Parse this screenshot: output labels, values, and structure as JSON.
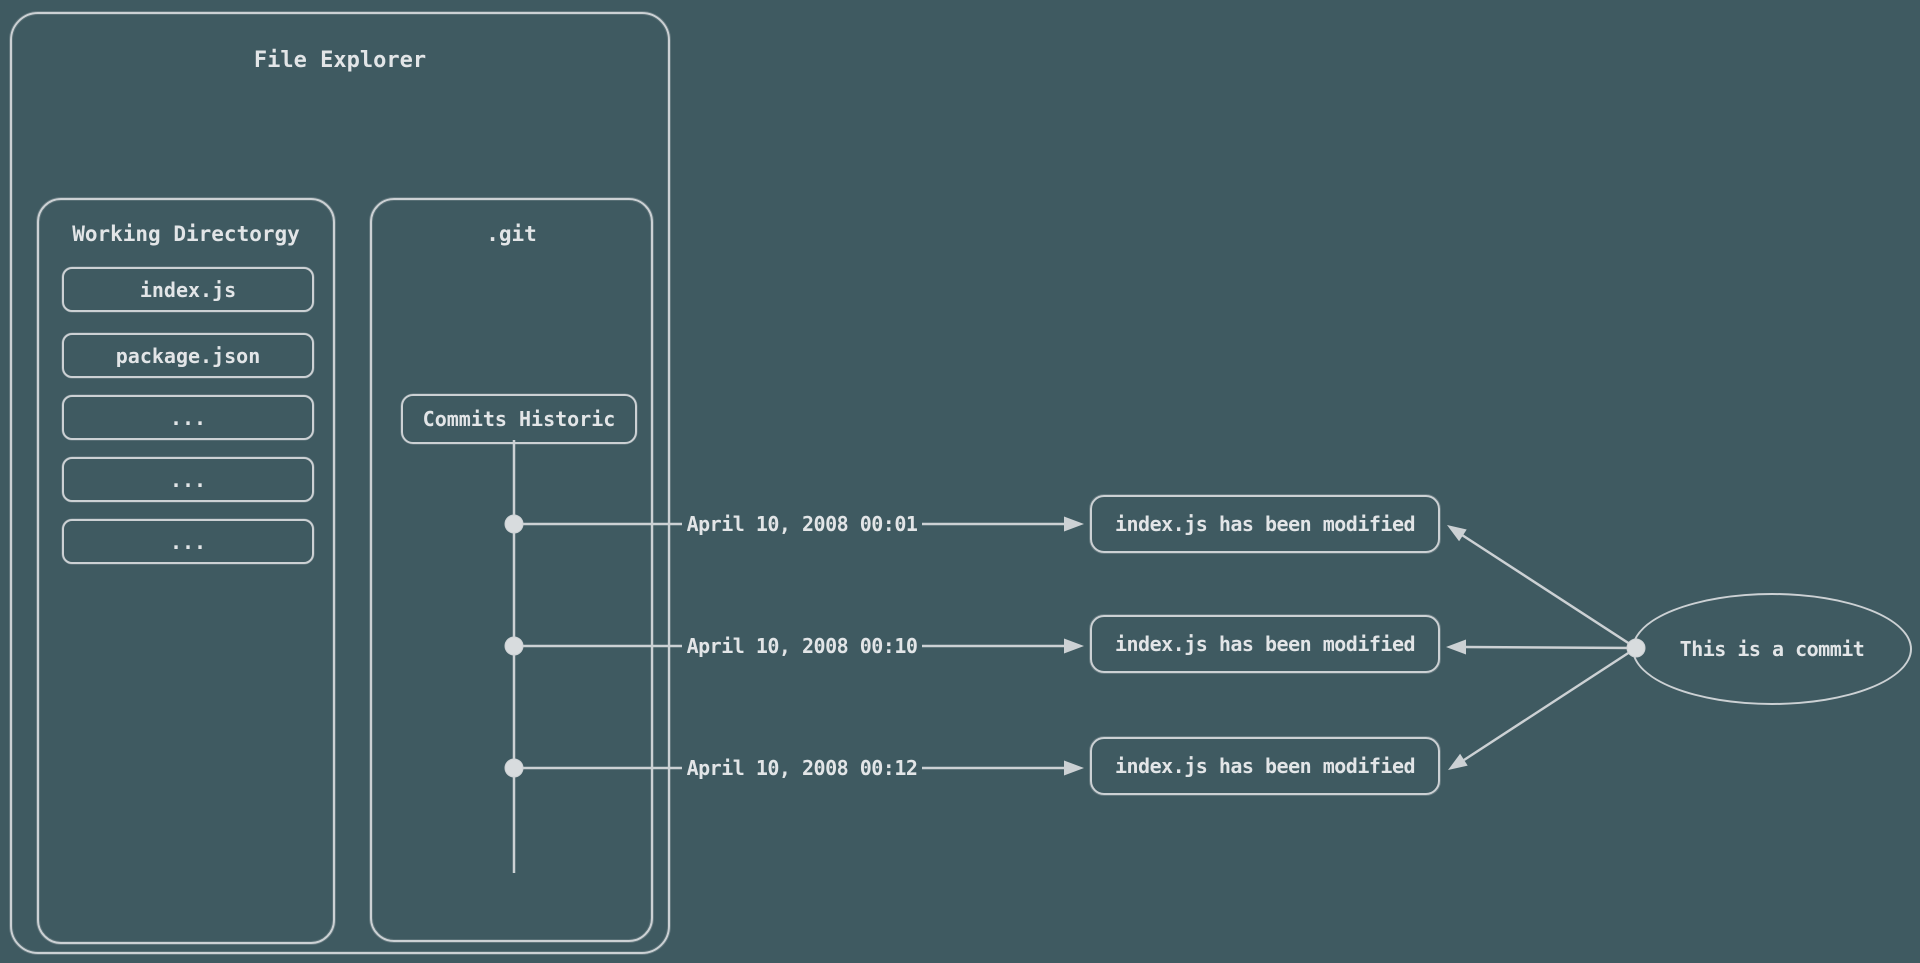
{
  "colors": {
    "background": "#3f5a61",
    "stroke": "#ccd1d4",
    "text": "#e2e5e7"
  },
  "file_explorer": {
    "title": "File Explorer"
  },
  "working_directory": {
    "title": "Working Directorgy",
    "items": [
      "index.js",
      "package.json",
      "...",
      "...",
      "..."
    ]
  },
  "git": {
    "title": ".git",
    "commits_historic_label": "Commits Historic",
    "commits": [
      {
        "date": "April 10, 2008 00:01",
        "message": "index.js has been modified"
      },
      {
        "date": "April 10, 2008 00:10",
        "message": "index.js has been modified"
      },
      {
        "date": "April 10, 2008 00:12",
        "message": "index.js has been modified"
      }
    ]
  },
  "annotation": {
    "label": "This is a commit"
  }
}
